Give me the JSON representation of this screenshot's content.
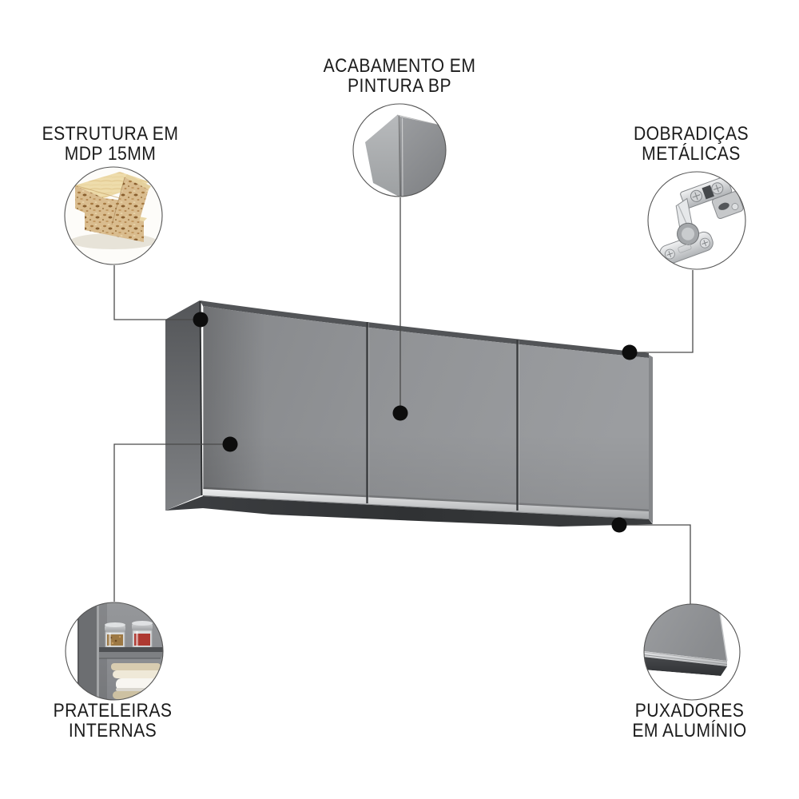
{
  "callouts": [
    {
      "id": "estrutura",
      "label_lines": [
        "ESTRUTURA EM",
        "MDP 15MM"
      ],
      "icon": "mdp-board-photo"
    },
    {
      "id": "acabamento",
      "label_lines": [
        "ACABAMENTO EM",
        "PINTURA BP"
      ],
      "icon": "cabinet-corner-finish-photo"
    },
    {
      "id": "dobradicas",
      "label_lines": [
        "DOBRADIÇAS",
        "METÁLICAS"
      ],
      "icon": "metal-hinge-photo"
    },
    {
      "id": "prateleiras",
      "label_lines": [
        "PRATELEIRAS",
        "INTERNAS"
      ],
      "icon": "internal-shelves-photo"
    },
    {
      "id": "puxadores",
      "label_lines": [
        "PUXADORES",
        "EM ALUMÍNIO"
      ],
      "icon": "aluminum-handle-photo"
    }
  ],
  "illustration": {
    "subject": "three-door gray wall cabinet"
  },
  "colors": {
    "background": "#ffffff",
    "label_text": "#1b1b1b",
    "leader_line": "#4a4a4a",
    "callout_dot": "#0d0d0d",
    "cabinet_door": "#919396",
    "cabinet_side": "#606265",
    "cabinet_underside": "#333538",
    "handle_strip": "#d7d8da",
    "mdp_wood": "#d9bb8d",
    "jar_red": "#ae3931"
  }
}
